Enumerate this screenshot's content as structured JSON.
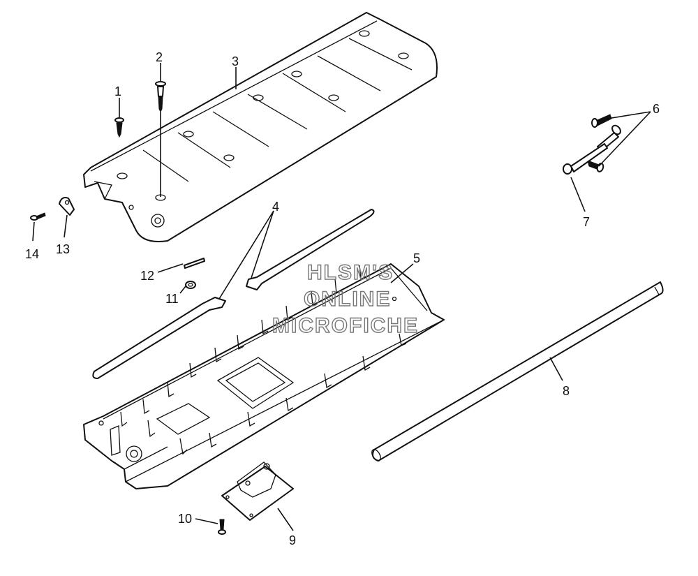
{
  "watermark": {
    "line1": "HLSM'S",
    "line2": "ONLINE",
    "line3": "MICROFICHE"
  },
  "callouts": {
    "c1": "1",
    "c2": "2",
    "c3": "3",
    "c4": "4",
    "c5": "5",
    "c6": "6",
    "c7": "7",
    "c8": "8",
    "c9": "9",
    "c10": "10",
    "c11": "11",
    "c12": "12",
    "c13": "13",
    "c14": "14"
  },
  "colors": {
    "line": "#111111",
    "watermark": "#777777",
    "background": "#ffffff"
  }
}
